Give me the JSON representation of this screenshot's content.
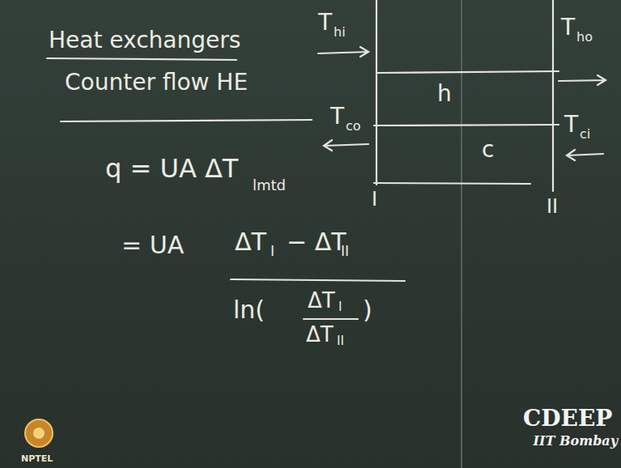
{
  "diagram": {
    "title": "Heat exchangers",
    "nodes": [
      {
        "text": [
          "h"
        ]
      },
      {
        "text": [
          "c"
        ]
      }
    ],
    "labels": [
      "Counter flow HE",
      "T",
      "hi",
      "T",
      "ho",
      "T",
      "co",
      "T",
      "ci",
      "I",
      "II",
      "q = UA ΔT",
      "lmtd",
      "= UA",
      "ΔT",
      "I",
      "− ΔT",
      "II",
      "ln(",
      "ΔT",
      "I",
      "ΔT",
      "II",
      ")",
      "CDEEP",
      "IIT Bombay",
      "NPTEL"
    ]
  }
}
